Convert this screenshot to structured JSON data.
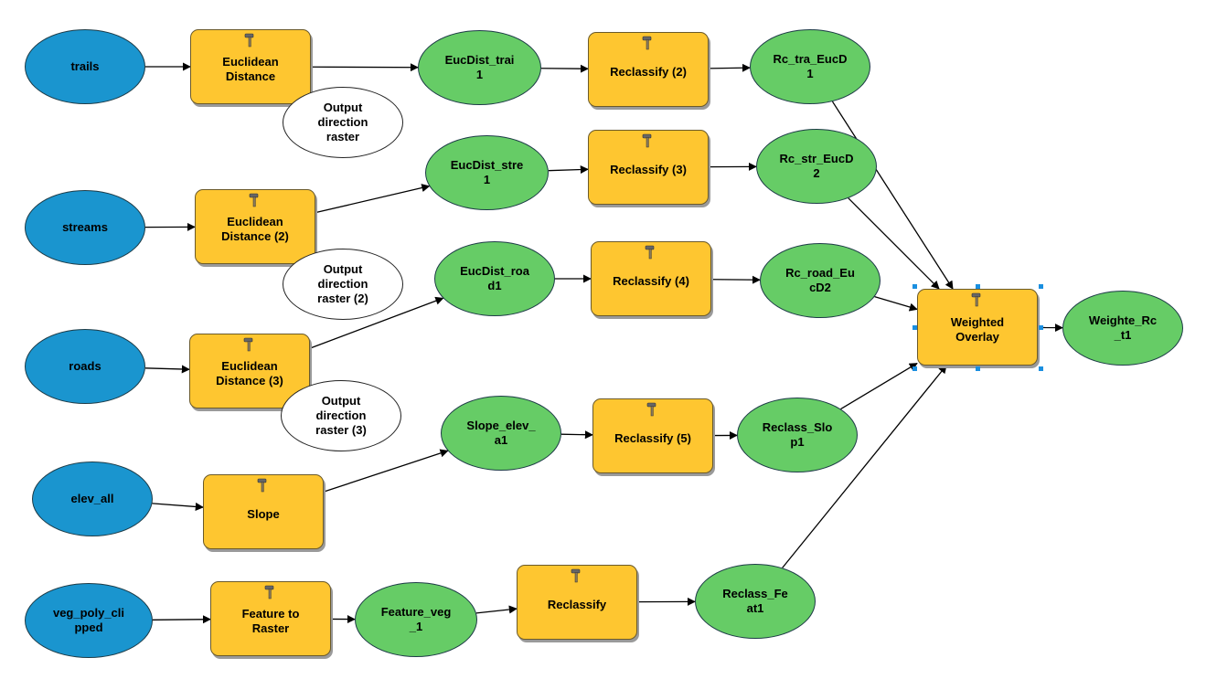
{
  "colors": {
    "input_data": "#1a95cf",
    "derived_data": "#66cc66",
    "tool": "#fec630",
    "extra_output": "#ffffff",
    "selection": "#1a8fe0"
  },
  "icons": {
    "tool_icon": "hammer-icon"
  },
  "diagram": {
    "nodes": [
      {
        "id": "trails",
        "type": "input",
        "label": "trails"
      },
      {
        "id": "streams",
        "type": "input",
        "label": "streams"
      },
      {
        "id": "roads",
        "type": "input",
        "label": "roads"
      },
      {
        "id": "elev_all",
        "type": "input",
        "label": "elev_all"
      },
      {
        "id": "veg",
        "type": "input",
        "label": "veg_poly_cli\npped"
      },
      {
        "id": "ed1",
        "type": "tool",
        "label": "Euclidean\nDistance"
      },
      {
        "id": "ed2",
        "type": "tool",
        "label": "Euclidean\nDistance (2)"
      },
      {
        "id": "ed3",
        "type": "tool",
        "label": "Euclidean\nDistance (3)"
      },
      {
        "id": "slope",
        "type": "tool",
        "label": "Slope"
      },
      {
        "id": "ftr",
        "type": "tool",
        "label": "Feature to\nRaster"
      },
      {
        "id": "odr1",
        "type": "extra",
        "label": "Output\ndirection\nraster"
      },
      {
        "id": "odr2",
        "type": "extra",
        "label": "Output\ndirection\nraster (2)"
      },
      {
        "id": "odr3",
        "type": "extra",
        "label": "Output\ndirection\nraster (3)"
      },
      {
        "id": "euc_trai",
        "type": "derived",
        "label": "EucDist_trai\n1"
      },
      {
        "id": "euc_stre",
        "type": "derived",
        "label": "EucDist_stre\n1"
      },
      {
        "id": "euc_roa",
        "type": "derived",
        "label": "EucDist_roa\nd1"
      },
      {
        "id": "slope_elev",
        "type": "derived",
        "label": "Slope_elev_\na1"
      },
      {
        "id": "feature_veg",
        "type": "derived",
        "label": "Feature_veg\n_1"
      },
      {
        "id": "rc2",
        "type": "tool",
        "label": "Reclassify (2)"
      },
      {
        "id": "rc3",
        "type": "tool",
        "label": "Reclassify (3)"
      },
      {
        "id": "rc4",
        "type": "tool",
        "label": "Reclassify (4)"
      },
      {
        "id": "rc5",
        "type": "tool",
        "label": "Reclassify (5)"
      },
      {
        "id": "rc",
        "type": "tool",
        "label": "Reclassify"
      },
      {
        "id": "rc_tra",
        "type": "derived",
        "label": "Rc_tra_EucD\n1"
      },
      {
        "id": "rc_str",
        "type": "derived",
        "label": "Rc_str_EucD\n2"
      },
      {
        "id": "rc_road",
        "type": "derived",
        "label": "Rc_road_Eu\ncD2"
      },
      {
        "id": "reclass_slo",
        "type": "derived",
        "label": "Reclass_Slo\np1"
      },
      {
        "id": "reclass_fe",
        "type": "derived",
        "label": "Reclass_Fe\nat1"
      },
      {
        "id": "wo",
        "type": "tool",
        "label": "Weighted\nOverlay",
        "selected": true
      },
      {
        "id": "weighte",
        "type": "derived",
        "label": "Weighte_Rc\n_t1"
      }
    ],
    "edges": [
      [
        "trails",
        "ed1"
      ],
      [
        "ed1",
        "euc_trai"
      ],
      [
        "euc_trai",
        "rc2"
      ],
      [
        "rc2",
        "rc_tra"
      ],
      [
        "streams",
        "ed2"
      ],
      [
        "ed2",
        "euc_stre"
      ],
      [
        "euc_stre",
        "rc3"
      ],
      [
        "rc3",
        "rc_str"
      ],
      [
        "roads",
        "ed3"
      ],
      [
        "ed3",
        "euc_roa"
      ],
      [
        "euc_roa",
        "rc4"
      ],
      [
        "rc4",
        "rc_road"
      ],
      [
        "elev_all",
        "slope"
      ],
      [
        "slope",
        "slope_elev"
      ],
      [
        "slope_elev",
        "rc5"
      ],
      [
        "rc5",
        "reclass_slo"
      ],
      [
        "veg",
        "ftr"
      ],
      [
        "ftr",
        "feature_veg"
      ],
      [
        "feature_veg",
        "rc"
      ],
      [
        "rc",
        "reclass_fe"
      ],
      [
        "rc_tra",
        "wo"
      ],
      [
        "rc_str",
        "wo"
      ],
      [
        "rc_road",
        "wo"
      ],
      [
        "reclass_slo",
        "wo"
      ],
      [
        "reclass_fe",
        "wo"
      ],
      [
        "wo",
        "weighte"
      ]
    ]
  }
}
